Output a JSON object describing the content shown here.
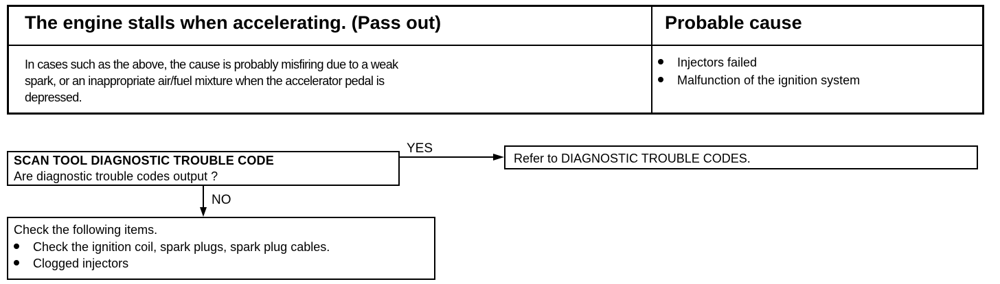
{
  "header": {
    "symptom_title": "The engine stalls when accelerating. (Pass out)",
    "cause_title": "Probable cause",
    "description_line1": "In cases such as the above, the cause is probably misfiring due to a weak",
    "description_line2": "spark, or an inappropriate air/fuel mixture when the accelerator pedal is",
    "description_line3": "depressed.",
    "causes": [
      "Injectors failed",
      "Malfunction of the ignition system"
    ]
  },
  "flow": {
    "scan_box": {
      "title": "SCAN TOOL DIAGNOSTIC TROUBLE CODE",
      "question": "Are diagnostic trouble codes output ?"
    },
    "yes_label": "YES",
    "no_label": "NO",
    "refer_box": {
      "text": "Refer  to  DIAGNOSTIC  TROUBLE CODES."
    },
    "check_box": {
      "intro": "Check the following items.",
      "items": [
        "Check the ignition coil, spark plugs, spark plug cables.",
        "Clogged injectors"
      ]
    }
  }
}
